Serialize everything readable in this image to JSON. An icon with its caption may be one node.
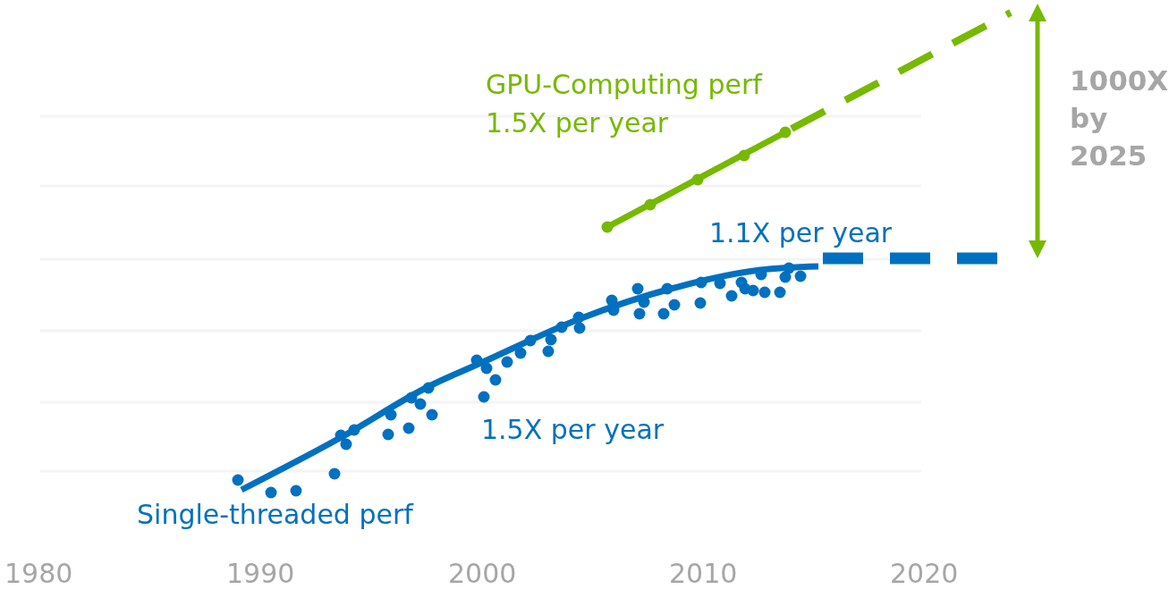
{
  "diagram": {
    "labels": [
      "GPU-Computing perf",
      "1.5X per year",
      "1000X by 2025",
      "1.1X per year",
      "1.5X per year",
      "Single-threaded perf",
      "1980",
      "1990",
      "2000",
      "2010",
      "2020"
    ]
  }
}
